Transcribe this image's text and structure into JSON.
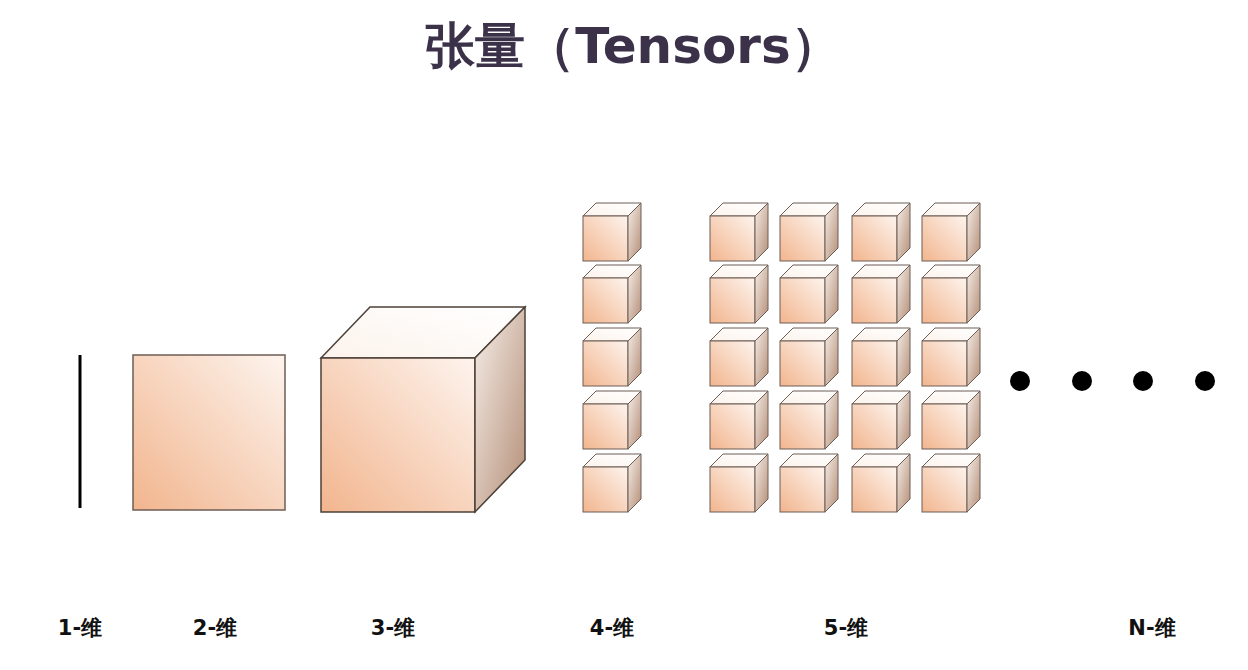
{
  "diagram": {
    "title": "张量（Tensors）",
    "labels": [
      "1-维",
      "2-维",
      "3-维",
      "4-维",
      "5-维",
      "N-维"
    ]
  }
}
